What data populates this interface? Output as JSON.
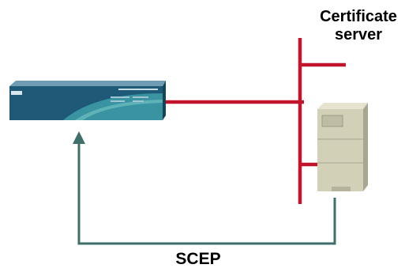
{
  "labels": {
    "server_line1": "Certificate",
    "server_line2": "server",
    "protocol": "SCEP"
  },
  "colors": {
    "network_line": "#c2142a",
    "scep_path": "#3f6f6a",
    "router_body": "#1e5a78",
    "server_body": "#d2d0b6"
  },
  "icons": [
    "router-icon",
    "server-tower-icon",
    "arrow-up-icon"
  ]
}
